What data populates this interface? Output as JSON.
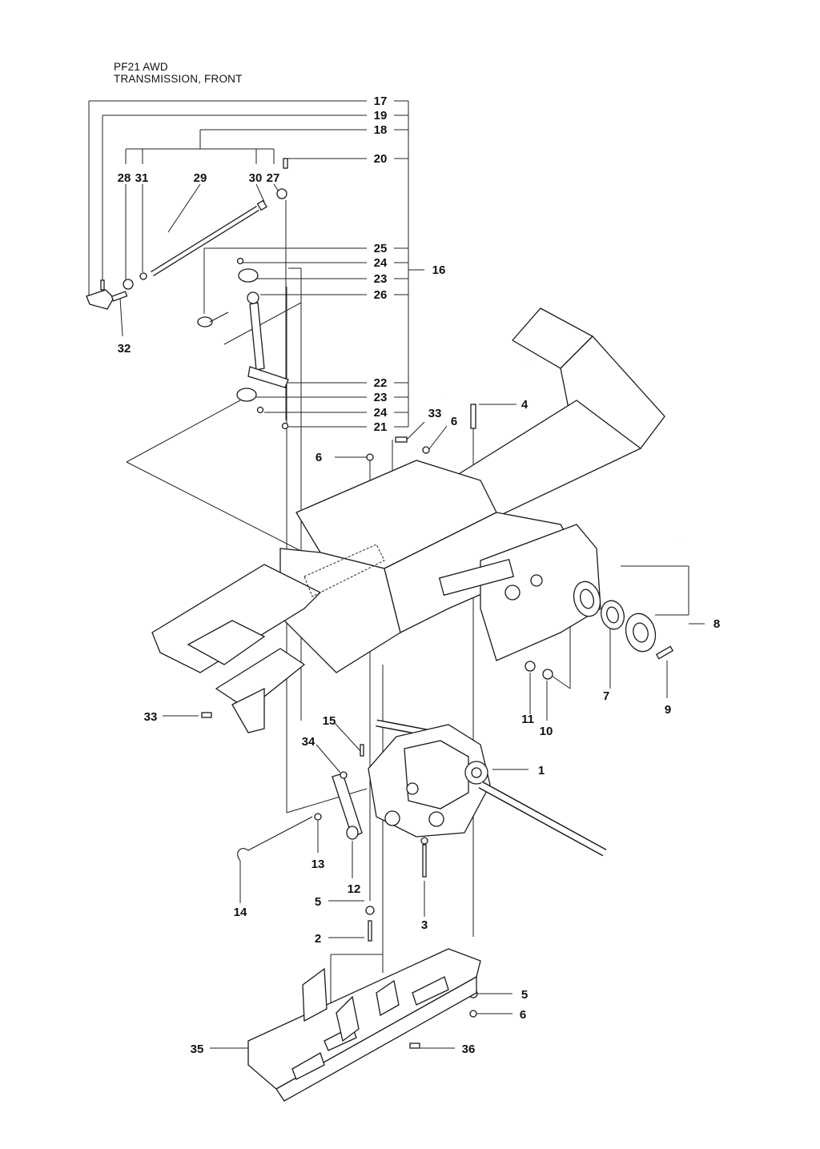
{
  "header": {
    "model": "PF21 AWD",
    "title": "TRANSMISSION, FRONT"
  },
  "callouts": [
    "17",
    "19",
    "18",
    "20",
    "28",
    "31",
    "29",
    "30",
    "27",
    "25",
    "24",
    "23",
    "26",
    "16",
    "32",
    "22",
    "23",
    "24",
    "21",
    "33",
    "6",
    "4",
    "6",
    "8",
    "7",
    "9",
    "11",
    "10",
    "33",
    "15",
    "34",
    "1",
    "13",
    "12",
    "14",
    "5",
    "3",
    "2",
    "5",
    "6",
    "35",
    "36"
  ]
}
